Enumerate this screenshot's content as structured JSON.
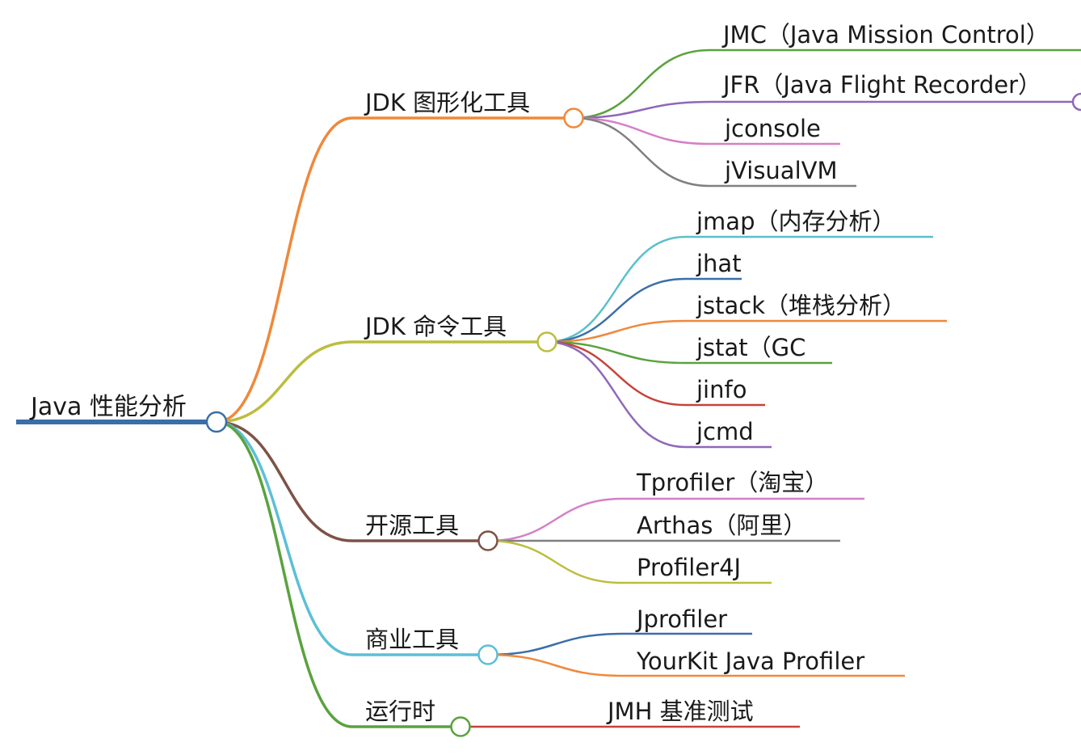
{
  "root": {
    "label": "Java 性能分析",
    "color": "#3a6fa8"
  },
  "branches": [
    {
      "key": "gui",
      "label": "JDK 图形化工具",
      "color": "#f0883a",
      "children": [
        {
          "label": "JMC（Java Mission Control）",
          "color": "#5aa23e"
        },
        {
          "label": "JFR（Java Flight Recorder）",
          "color": "#8f68b8",
          "collapsed": true
        },
        {
          "label": "jconsole",
          "color": "#d57fc6"
        },
        {
          "label": "jVisualVM",
          "color": "#808080"
        }
      ]
    },
    {
      "key": "cli",
      "label": "JDK 命令工具",
      "color": "#bcbd3e",
      "children": [
        {
          "label": "jmap（内存分析）",
          "color": "#5cbfcc"
        },
        {
          "label": "jhat",
          "color": "#3a6fa8"
        },
        {
          "label": "jstack（堆栈分析）",
          "color": "#f0883a"
        },
        {
          "label": "jstat（GC",
          "color": "#5aa23e"
        },
        {
          "label": "jinfo",
          "color": "#c7423a"
        },
        {
          "label": "jcmd",
          "color": "#8f68b8"
        }
      ]
    },
    {
      "key": "oss",
      "label": "开源工具",
      "color": "#7e5247",
      "children": [
        {
          "label": "Tprofiler（淘宝）",
          "color": "#d57fc6"
        },
        {
          "label": "Arthas（阿里）",
          "color": "#808080"
        },
        {
          "label": "Profiler4J",
          "color": "#bcbd3e"
        }
      ]
    },
    {
      "key": "commercial",
      "label": "商业工具",
      "color": "#5cbfd6",
      "children": [
        {
          "label": "Jprofiler",
          "color": "#3a6fa8"
        },
        {
          "label": "YourKit Java Profiler",
          "color": "#f0883a"
        }
      ]
    },
    {
      "key": "runtime",
      "label": "运行时",
      "color": "#5aa23e",
      "children": [
        {
          "label": "JMH 基准测试",
          "color": "#c7423a"
        }
      ]
    }
  ]
}
